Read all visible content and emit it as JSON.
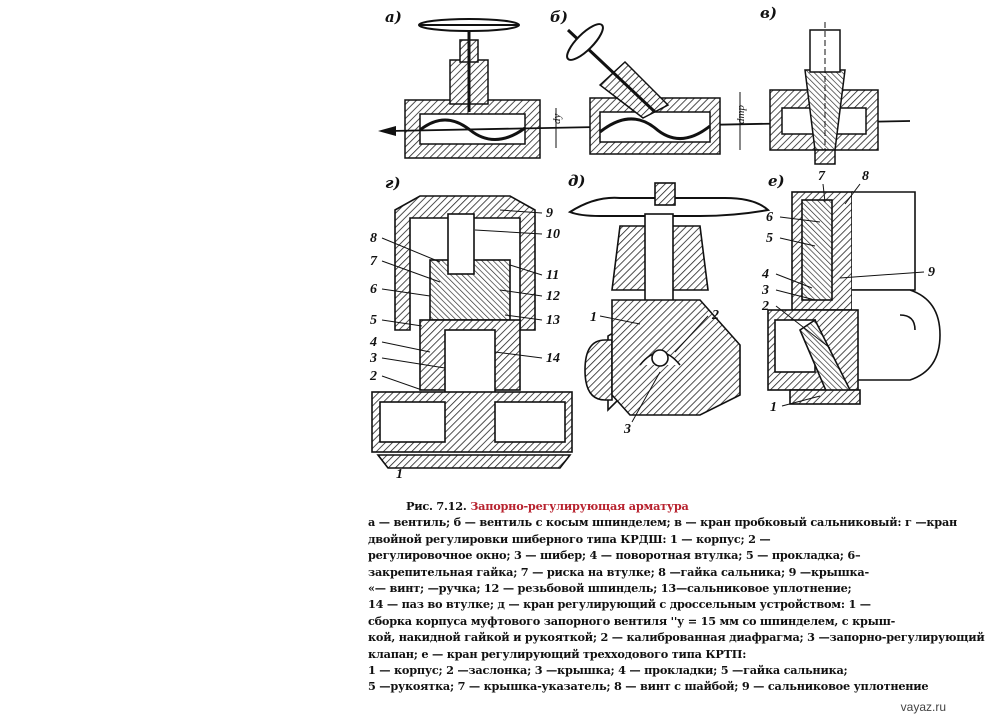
{
  "panel_labels": {
    "a": "а)",
    "b": "б)",
    "v": "в)",
    "g": "г)",
    "d": "д)",
    "e": "е)"
  },
  "dimension_labels": {
    "dy": "dу",
    "dtr": "dтр"
  },
  "callouts": {
    "g": [
      "9",
      "10",
      "8",
      "11",
      "7",
      "12",
      "6",
      "13",
      "5",
      "14",
      "4",
      "3",
      "2",
      "1"
    ],
    "d": [
      "1",
      "2",
      "3"
    ],
    "e": [
      "7",
      "8",
      "6",
      "5",
      "4",
      "9",
      "3",
      "2",
      "1"
    ]
  },
  "caption": {
    "title_prefix": "Рис. 7.12.",
    "title_text": "Запорно-регулирующая арматура",
    "lines": [
      "а — вентиль;  б — вентиль с косым шпинделем; в — кран  пробковый сальниковый: г —кран",
      "двойной регулировки шиберного типа КРДШ: 1 — корпус;  2 —",
      "регулировочное окно; 3 — шибер; 4 — поворотная  втулка; 5 — прокладка;  6–",
      "закрепительная гайка;  7 — риска на втулке;  8 —гайка сальника; 9 —крышка-",
      "«— винт;   —ручка; 12 — резьбовой шпиндель;  13—сальниковое уплотнение;",
      "14 — паз во втулке;  д — кран регулирующий с дроссельным устройством:  1 —",
      "сборка корпуса муфтового запорного вентиля ''у = 15 мм со шпинделем, с крыш-",
      "кой, накидной гайкой и рукояткой;  2 — калиброванная диафрагма; 3 —запорно-регулирующий",
      "клапан; е — кран  регулирующий трехходового типа КРТП:",
      "1 — корпус; 2 —заслонка;  3 —крышка;   4 — прокладки;  5 —гайка сальника;",
      "5 —рукоятка; 7 — крышка-указатель; 8 — винт с шайбой; 9 — сальниковое уплотнение"
    ]
  },
  "watermark": "vayaz.ru"
}
